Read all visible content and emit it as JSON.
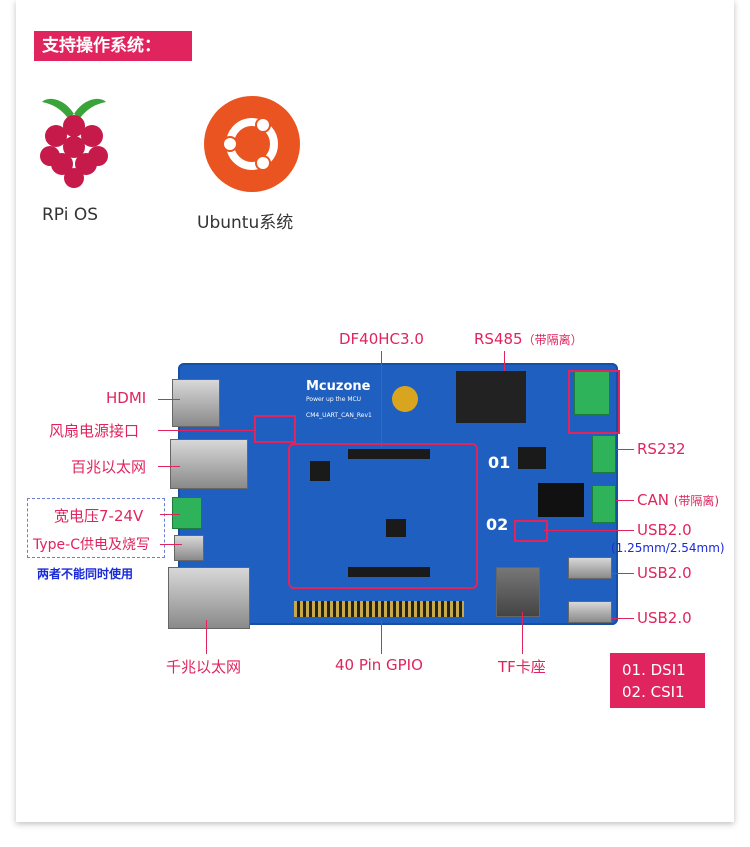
{
  "header": {
    "title": "支持操作系统："
  },
  "os_list": [
    {
      "name": "RPi OS",
      "icon": "raspberry-pi-icon"
    },
    {
      "name": "Ubuntu系统",
      "icon": "ubuntu-icon"
    }
  ],
  "labels": {
    "hdmi": "HDMI",
    "fan_power": "风扇电源接口",
    "ethernet_100m": "百兆以太网",
    "wide_voltage": "宽电压7-24V",
    "typec": "Type-C供电及烧写",
    "exclusive_note": "两者不能同时使用",
    "gigabit": "千兆以太网",
    "gpio": "40 Pin GPIO",
    "tf": "TF卡座",
    "df40": "DF40HC3.0",
    "rs485": "RS485",
    "rs485_note": "（带隔离）",
    "rs232": "RS232",
    "can": "CAN",
    "can_note": "(带隔离)",
    "usb_a": "USB2.0",
    "usb_a_note": "(1.25mm/2.54mm)",
    "usb_b": "USB2.0",
    "usb_c": "USB2.0"
  },
  "board": {
    "brand": "Mcuzone",
    "slogan": "Power up the MCU",
    "model": "CM4_UART_CAN_Rev1",
    "marker_01": "01",
    "marker_02": "02"
  },
  "legend": {
    "line1": "01. DSI1",
    "line2": "02. CSI1"
  },
  "colors": {
    "accent": "#e0245e",
    "note_blue": "#1a2bd9",
    "pcb_blue": "#1f5fbf"
  }
}
